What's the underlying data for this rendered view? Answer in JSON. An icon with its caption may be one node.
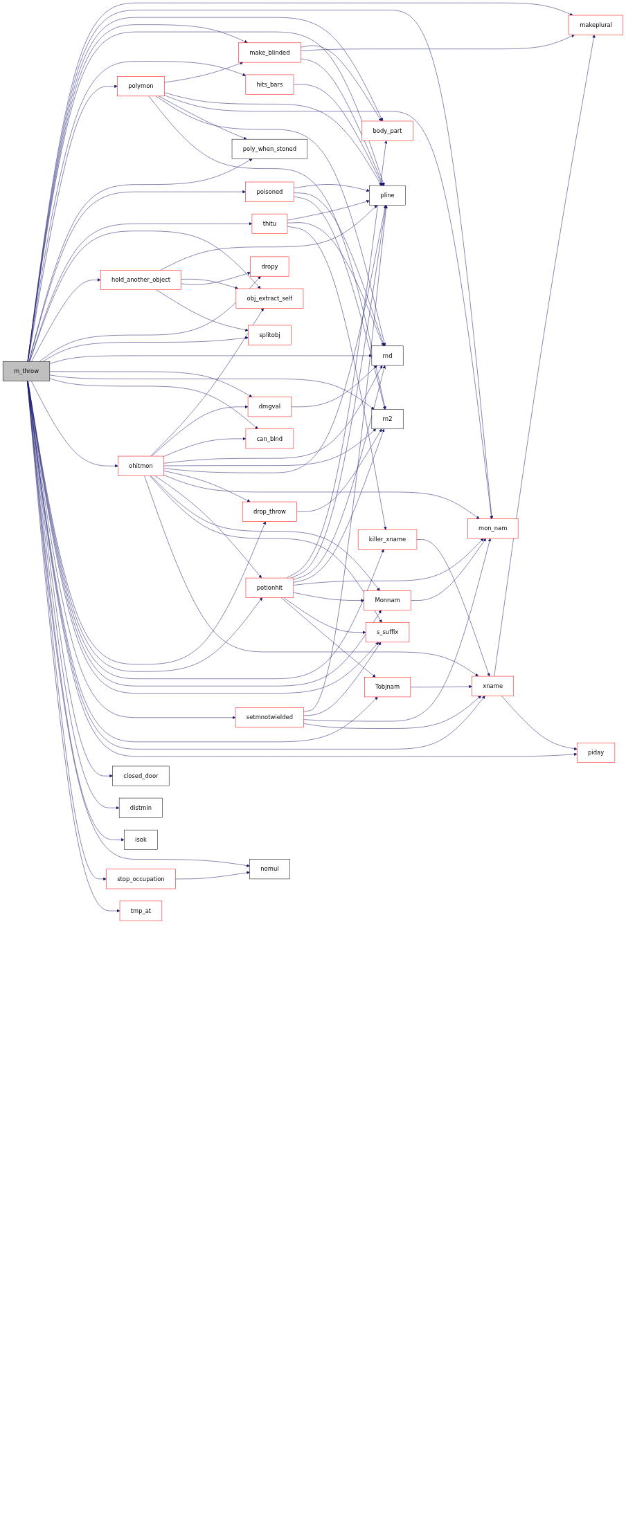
{
  "diagram": {
    "nodes": [
      {
        "text": [
          "m_throw"
        ]
      },
      {
        "text": [
          "makeplural"
        ]
      },
      {
        "text": [
          "make_blinded"
        ]
      },
      {
        "text": [
          "body_part"
        ]
      },
      {
        "text": [
          "hits_bars"
        ]
      },
      {
        "text": [
          "polymon"
        ]
      },
      {
        "text": [
          "poly_when_stoned"
        ]
      },
      {
        "text": [
          "pline"
        ]
      },
      {
        "text": [
          "poisoned"
        ]
      },
      {
        "text": [
          "thitu"
        ]
      },
      {
        "text": [
          "hold_another_object"
        ]
      },
      {
        "text": [
          "obj_extract_self"
        ]
      },
      {
        "text": [
          "dropy"
        ]
      },
      {
        "text": [
          "splitobj"
        ]
      },
      {
        "text": [
          "rnd"
        ]
      },
      {
        "text": [
          "dmgval"
        ]
      },
      {
        "text": [
          "can_blnd"
        ]
      },
      {
        "text": [
          "rn2"
        ]
      },
      {
        "text": [
          "ohitmon"
        ]
      },
      {
        "text": [
          "drop_throw"
        ]
      },
      {
        "text": [
          "mon_nam"
        ]
      },
      {
        "text": [
          "potionhit"
        ]
      },
      {
        "text": [
          "killer_xname"
        ]
      },
      {
        "text": [
          "Monnam"
        ]
      },
      {
        "text": [
          "s_suffix"
        ]
      },
      {
        "text": [
          "setmnotwielded"
        ]
      },
      {
        "text": [
          "Tobjnam"
        ]
      },
      {
        "text": [
          "xname"
        ]
      },
      {
        "text": [
          "piday"
        ]
      },
      {
        "text": [
          "closed_door"
        ]
      },
      {
        "text": [
          "distmin"
        ]
      },
      {
        "text": [
          "isok"
        ]
      },
      {
        "text": [
          "nomul"
        ]
      },
      {
        "text": [
          "stop_occupation"
        ]
      },
      {
        "text": [
          "tmp_at"
        ]
      }
    ],
    "edges": [
      {
        "from": 0,
        "to": 1,
        "arrow": "to"
      },
      {
        "from": 0,
        "to": 20,
        "arrow": "to"
      },
      {
        "from": 0,
        "to": 3,
        "arrow": "to"
      },
      {
        "from": 0,
        "to": 2,
        "arrow": "to"
      },
      {
        "from": 0,
        "to": 7,
        "arrow": "to"
      },
      {
        "from": 0,
        "to": 4,
        "arrow": "to"
      },
      {
        "from": 0,
        "to": 5,
        "arrow": "to"
      },
      {
        "from": 0,
        "to": 6,
        "arrow": "to"
      },
      {
        "from": 0,
        "to": 8,
        "arrow": "to"
      },
      {
        "from": 0,
        "to": 9,
        "arrow": "to"
      },
      {
        "from": 0,
        "to": 11,
        "arrow": "to"
      },
      {
        "from": 0,
        "to": 10,
        "arrow": "to"
      },
      {
        "from": 0,
        "to": 12,
        "arrow": "to"
      },
      {
        "from": 0,
        "to": 13,
        "arrow": "to"
      },
      {
        "from": 0,
        "to": 14,
        "arrow": "to"
      },
      {
        "from": 0,
        "to": 15,
        "arrow": "to"
      },
      {
        "from": 0,
        "to": 17,
        "arrow": "to"
      },
      {
        "from": 0,
        "to": 16,
        "arrow": "to"
      },
      {
        "from": 0,
        "to": 18,
        "arrow": "to"
      },
      {
        "from": 0,
        "to": 19,
        "arrow": "to"
      },
      {
        "from": 0,
        "to": 21,
        "arrow": "to"
      },
      {
        "from": 0,
        "to": 22,
        "arrow": "to"
      },
      {
        "from": 0,
        "to": 23,
        "arrow": "to"
      },
      {
        "from": 0,
        "to": 24,
        "arrow": "to"
      },
      {
        "from": 0,
        "to": 25,
        "arrow": "to"
      },
      {
        "from": 0,
        "to": 26,
        "arrow": "to"
      },
      {
        "from": 0,
        "to": 27,
        "arrow": "to"
      },
      {
        "from": 0,
        "to": 28,
        "arrow": "to"
      },
      {
        "from": 0,
        "to": 29,
        "arrow": "to"
      },
      {
        "from": 0,
        "to": 30,
        "arrow": "to"
      },
      {
        "from": 0,
        "to": 31,
        "arrow": "to"
      },
      {
        "from": 0,
        "to": 32,
        "arrow": "to"
      },
      {
        "from": 0,
        "to": 33,
        "arrow": "to"
      },
      {
        "from": 0,
        "to": 34,
        "arrow": "to"
      },
      {
        "from": 2,
        "to": 3,
        "arrow": "to"
      },
      {
        "from": 2,
        "to": 1,
        "arrow": "to"
      },
      {
        "from": 2,
        "to": 7,
        "arrow": "to"
      },
      {
        "from": 4,
        "to": 7,
        "arrow": "to"
      },
      {
        "from": 5,
        "to": 2,
        "arrow": "to"
      },
      {
        "from": 5,
        "to": 7,
        "arrow": "to"
      },
      {
        "from": 5,
        "to": 20,
        "arrow": "to"
      },
      {
        "from": 5,
        "to": 6,
        "arrow": "to"
      },
      {
        "from": 5,
        "to": 14,
        "arrow": "to"
      },
      {
        "from": 5,
        "to": 17,
        "arrow": "to"
      },
      {
        "from": 8,
        "to": 7,
        "arrow": "to"
      },
      {
        "from": 8,
        "to": 14,
        "arrow": "to"
      },
      {
        "from": 8,
        "to": 17,
        "arrow": "to"
      },
      {
        "from": 9,
        "to": 7,
        "arrow": "to"
      },
      {
        "from": 9,
        "to": 14,
        "arrow": "to"
      },
      {
        "from": 9,
        "to": 22,
        "arrow": "to"
      },
      {
        "from": 10,
        "to": 7,
        "arrow": "to"
      },
      {
        "from": 10,
        "to": 11,
        "arrow": "to"
      },
      {
        "from": 10,
        "to": 12,
        "arrow": "to"
      },
      {
        "from": 10,
        "to": 13,
        "arrow": "to"
      },
      {
        "from": 15,
        "to": 14,
        "arrow": "to"
      },
      {
        "from": 18,
        "to": 11,
        "arrow": "to"
      },
      {
        "from": 18,
        "to": 15,
        "arrow": "to"
      },
      {
        "from": 18,
        "to": 16,
        "arrow": "to"
      },
      {
        "from": 18,
        "to": 14,
        "arrow": "to"
      },
      {
        "from": 18,
        "to": 17,
        "arrow": "to"
      },
      {
        "from": 18,
        "to": 7,
        "arrow": "to"
      },
      {
        "from": 18,
        "to": 19,
        "arrow": "to"
      },
      {
        "from": 18,
        "to": 20,
        "arrow": "to"
      },
      {
        "from": 18,
        "to": 21,
        "arrow": "to"
      },
      {
        "from": 18,
        "to": 23,
        "arrow": "to"
      },
      {
        "from": 18,
        "to": 24,
        "arrow": "to"
      },
      {
        "from": 18,
        "to": 27,
        "arrow": "to"
      },
      {
        "from": 19,
        "to": 17,
        "arrow": "to"
      },
      {
        "from": 21,
        "to": 3,
        "arrow": "to"
      },
      {
        "from": 21,
        "to": 7,
        "arrow": "to"
      },
      {
        "from": 21,
        "to": 14,
        "arrow": "to"
      },
      {
        "from": 21,
        "to": 17,
        "arrow": "to"
      },
      {
        "from": 21,
        "to": 20,
        "arrow": "to"
      },
      {
        "from": 21,
        "to": 23,
        "arrow": "to"
      },
      {
        "from": 21,
        "to": 24,
        "arrow": "to"
      },
      {
        "from": 21,
        "to": 26,
        "arrow": "to"
      },
      {
        "from": 22,
        "to": 27,
        "arrow": "to"
      },
      {
        "from": 23,
        "to": 20,
        "arrow": "to"
      },
      {
        "from": 25,
        "to": 7,
        "arrow": "to"
      },
      {
        "from": 25,
        "to": 24,
        "arrow": "to"
      },
      {
        "from": 25,
        "to": 20,
        "arrow": "to"
      },
      {
        "from": 25,
        "to": 27,
        "arrow": "to"
      },
      {
        "from": 26,
        "to": 27,
        "arrow": "to"
      },
      {
        "from": 27,
        "to": 1,
        "arrow": "to"
      },
      {
        "from": 27,
        "to": 28,
        "arrow": "to"
      },
      {
        "from": 33,
        "to": 32,
        "arrow": "to"
      }
    ]
  }
}
